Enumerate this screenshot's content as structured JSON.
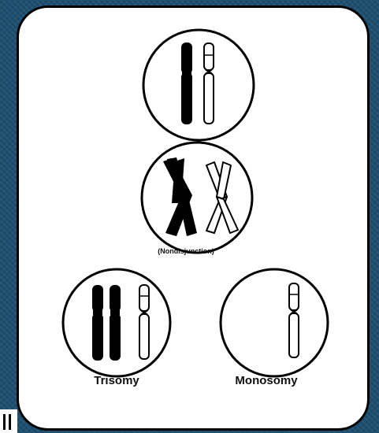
{
  "labels": {
    "nondisjunction": "(Nondisjunction)",
    "trisomy": "Trisomy",
    "monosomy": "Monosomy"
  },
  "colors": {
    "background": "#1d4f70",
    "panel": "#ffffff",
    "stroke": "#000000"
  }
}
